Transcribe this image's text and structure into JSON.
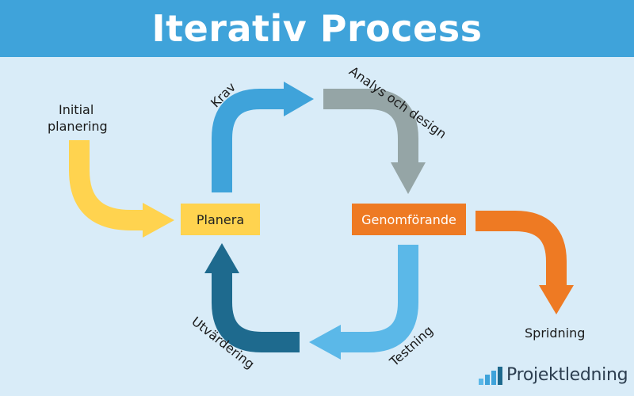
{
  "title": "Iterativ Process",
  "colors": {
    "background": "#d9ecf8",
    "header": "#3fa3da",
    "yellow": "#ffd34f",
    "blue": "#3fa3da",
    "gray": "#95a5a6",
    "orange": "#ee7a23",
    "light_blue": "#5bb8e8",
    "dark_blue": "#1e6a8e"
  },
  "nodes": {
    "planera": "Planera",
    "genomforande": "Genomförande"
  },
  "labels": {
    "initial_line1": "Initial",
    "initial_line2": "planering",
    "krav": "Krav",
    "analys": "Analys och design",
    "testning": "Testning",
    "utvardering": "Utvärdering",
    "spridning": "Spridning"
  },
  "logo": {
    "text": "Projektledning",
    "icon": "bar-chart-icon"
  }
}
